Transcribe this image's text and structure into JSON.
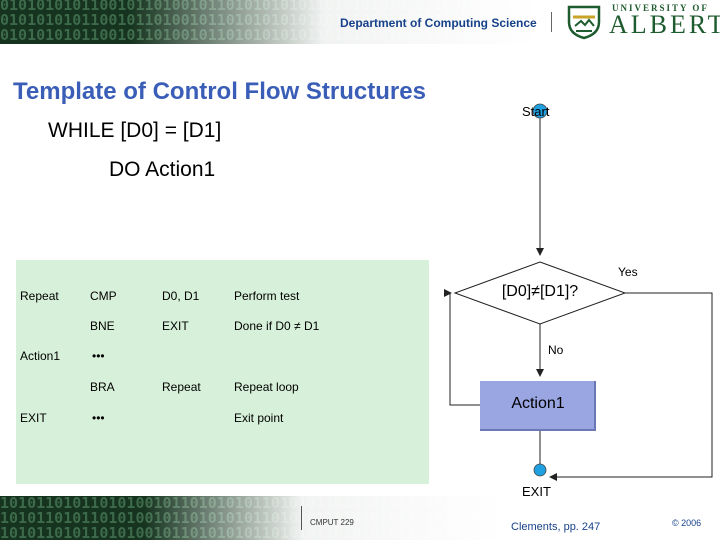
{
  "header": {
    "department": "Department of Computing Science",
    "university_small": "UNIVERSITY OF",
    "university_big": "ALBERTA",
    "binary_pattern": "0101010101100101101001011010101010110101010101011001010100101101010101010110010101"
  },
  "slide": {
    "title": "Template of Control Flow Structures",
    "while_line": "WHILE [D0] = [D1]",
    "do_line": "DO Action1"
  },
  "code": {
    "rows": [
      {
        "label": "Repeat",
        "op": "CMP",
        "arg": "D0, D1",
        "comment": "Perform test"
      },
      {
        "label": "",
        "op": "BNE",
        "arg": "EXIT",
        "comment": "Done if D0 ≠ D1"
      },
      {
        "label": "Action1",
        "op": "•••",
        "arg": "",
        "comment": ""
      },
      {
        "label": "",
        "op": "BRA",
        "arg": "Repeat",
        "comment": "Repeat loop"
      },
      {
        "label": "EXIT",
        "op": "•••",
        "arg": "",
        "comment": "Exit point"
      }
    ]
  },
  "flowchart": {
    "start": "Start",
    "yes": "Yes",
    "decision": "[D0]≠[D1]?",
    "no": "No",
    "action": "Action1",
    "exit": "EXIT",
    "colors": {
      "node": "#1fa0e0",
      "action_fill": "#9aa6e2",
      "panel": "#d7f0d9"
    }
  },
  "footer": {
    "course": "CMPUT 229",
    "citation": "Clements, pp. 247",
    "copyright": "© 2006",
    "binary_pattern": "1010110101101010010110101010110101011010101011010101010110101011010101010101101010"
  }
}
